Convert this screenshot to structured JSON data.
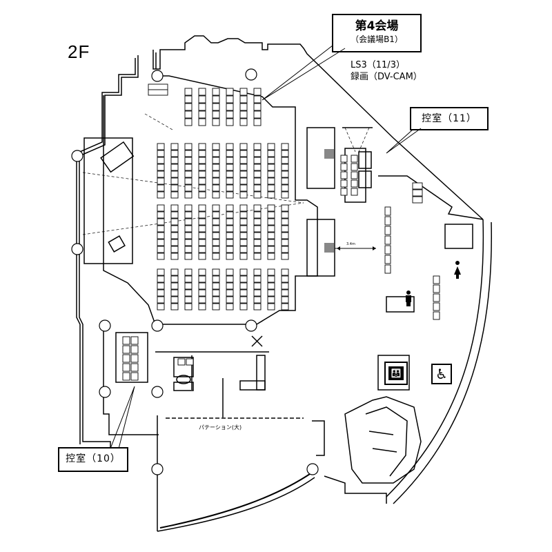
{
  "floor": "2F",
  "venue": {
    "title": "第4会場",
    "subtitle": "（会議場B1）"
  },
  "session": {
    "line1": "LS3（11/3）",
    "line2": "録画（DV-CAM）"
  },
  "waiting_room_11": "控室（11）",
  "waiting_room_10": "控室（10）",
  "partition_label": "パテーション(大)",
  "distance_label": "3.4m",
  "icons": [
    "men-restroom-icon",
    "women-restroom-icon",
    "family-restroom-icon",
    "wheelchair-icon",
    "projector-icon",
    "camera-icon"
  ]
}
